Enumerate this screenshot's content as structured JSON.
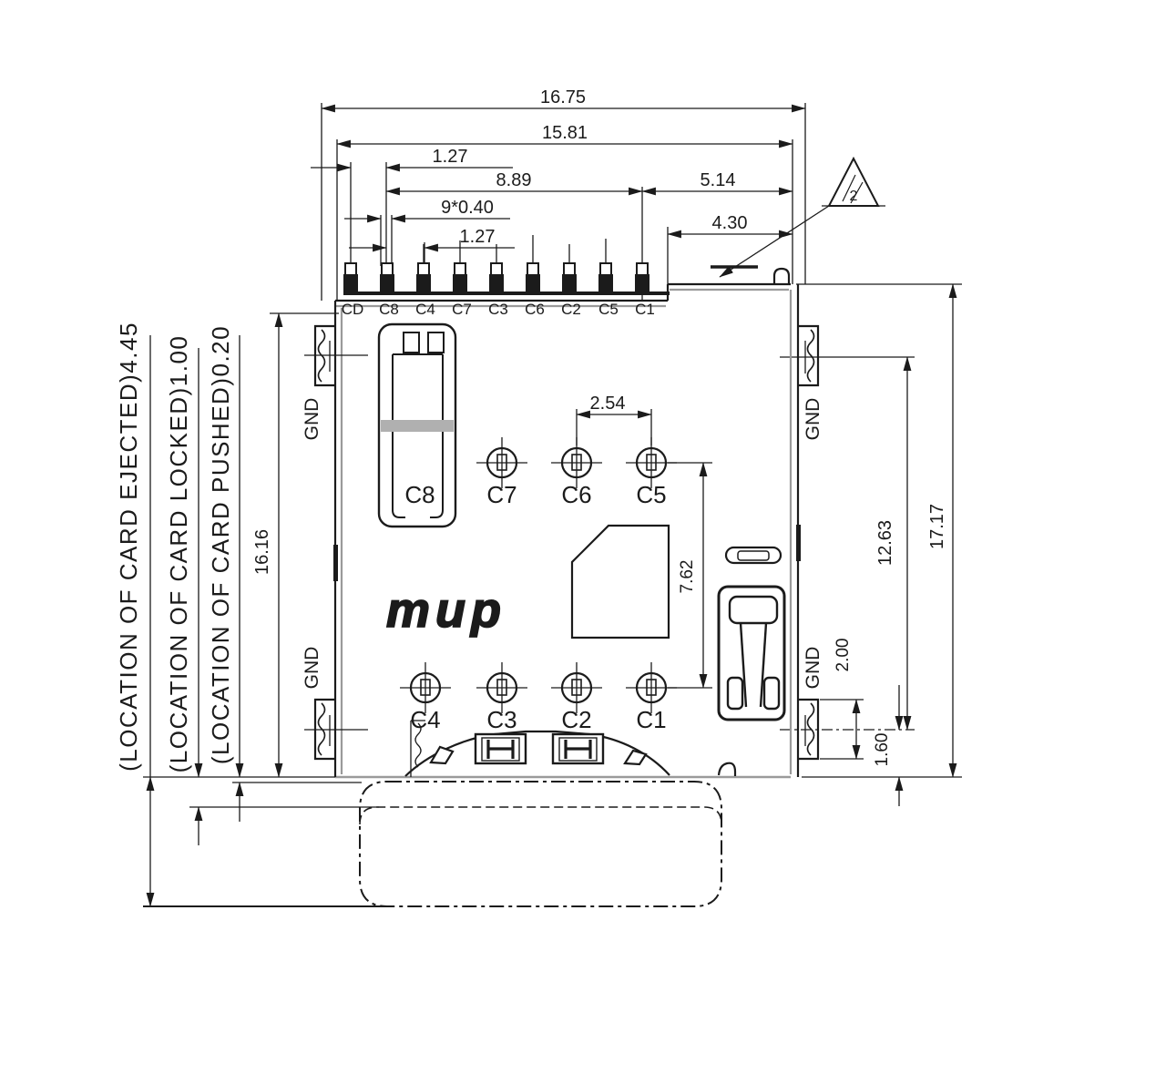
{
  "drawing": {
    "logo": "mup",
    "revision": "2",
    "pins": [
      "CD",
      "C8",
      "C4",
      "C7",
      "C3",
      "C6",
      "C2",
      "C5",
      "C1"
    ],
    "contacts": {
      "c8": "C8",
      "c7": "C7",
      "c6": "C6",
      "c5": "C5",
      "c4": "C4",
      "c3": "C3",
      "c2": "C2",
      "c1": "C1"
    },
    "gnd_label": "GND",
    "dims": {
      "overall_width": "16.75",
      "shield_width": "15.81",
      "pin_offset": "1.27",
      "pin_span": "8.89",
      "pin_to_edge": "5.14",
      "pin_width": "9*0.40",
      "pin_pitch": "1.27",
      "step_width": "4.30",
      "contact_pitch": "2.54",
      "contact_row_span": "7.62",
      "body_height": "16.16",
      "overall_height": "17.17",
      "gnd_span": "12.63",
      "gnd_pad_height": "2.00",
      "edge_offset": "1.60"
    },
    "notes": {
      "ejected": "(LOCATION OF CARD EJECTED)4.45",
      "locked": "(LOCATION OF CARD LOCKED)1.00",
      "pushed": "(LOCATION OF CARD PUSHED)0.20"
    }
  }
}
